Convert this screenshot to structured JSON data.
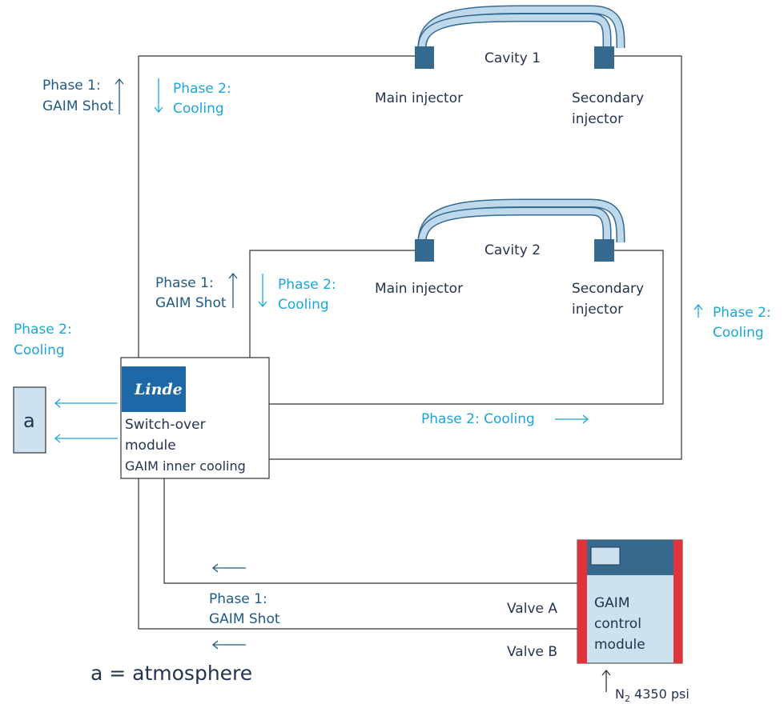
{
  "colors": {
    "dark_text": "#23344f",
    "navy": "#1f5a86",
    "light_blue": "#1aa6d8",
    "injector": "#356a8e",
    "hose": "#bfd9ec",
    "module_fill": "#cde1ef",
    "module_red": "#e1333c",
    "module_header": "#356a8e",
    "line": "#333333",
    "linde_blue": "#1e68a8"
  },
  "cavity1": {
    "cavity_label": "Cavity 1",
    "main_injector": "Main injector",
    "secondary_injector_line1": "Secondary",
    "secondary_injector_line2": "injector"
  },
  "cavity2": {
    "cavity_label": "Cavity 2",
    "main_injector": "Main injector",
    "secondary_injector_line1": "Secondary",
    "secondary_injector_line2": "injector"
  },
  "outer_loop": {
    "phase1_line1": "Phase 1:",
    "phase1_line2": "GAIM Shot",
    "phase2_line1": "Phase 2:",
    "phase2_line2": "Cooling"
  },
  "inner_loop": {
    "phase1_line1": "Phase 1:",
    "phase1_line2": "GAIM Shot",
    "phase2_line1": "Phase 2:",
    "phase2_line2": "Cooling"
  },
  "right_return": {
    "line1": "Phase 2:",
    "line2": "Cooling"
  },
  "vent": {
    "phase2_line1": "Phase 2:",
    "phase2_line2": "Cooling",
    "box_label": "a"
  },
  "switch_module": {
    "logo_text": "Linde",
    "line1": "Switch-over",
    "line2": "module",
    "line3": "GAIM inner cooling"
  },
  "bottom_flow": {
    "cooling_label": "Phase 2: Cooling",
    "phase1_line1": "Phase 1:",
    "phase1_line2": "GAIM Shot"
  },
  "control_module": {
    "line1": "GAIM",
    "line2": "control",
    "line3": "module",
    "valve_a": "Valve A",
    "valve_b": "Valve B",
    "supply_n": "N",
    "supply_sub": "2",
    "supply_rest": " 4350 psi"
  },
  "legend": {
    "text": "a = atmosphere"
  }
}
